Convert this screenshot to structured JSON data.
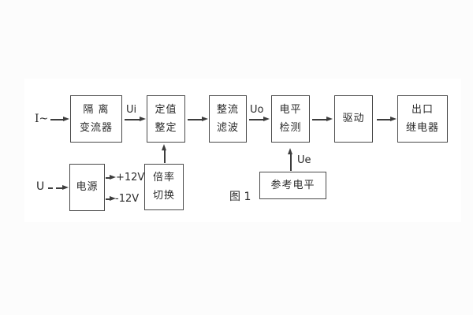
{
  "figure": {
    "type": "block-diagram",
    "caption": "图 1",
    "colors": {
      "page_background": "#fcfcfc",
      "canvas_background": "#ffffff",
      "line": "#3d3d3d",
      "text": "#2b2b2b"
    },
    "inputs": {
      "current_input": "I~",
      "voltage_input": "U"
    },
    "signals": {
      "ui": "Ui",
      "uo": "Uo",
      "ue": "Ue",
      "rail_positive": "+12V",
      "rail_negative": "-12V"
    },
    "blocks": [
      {
        "id": "isolation-transformer",
        "lines": [
          "隔 离",
          "变流器"
        ]
      },
      {
        "id": "setting-adjust",
        "lines": [
          "定值",
          "整定"
        ]
      },
      {
        "id": "rectifier-filter",
        "lines": [
          "整流",
          "滤波"
        ]
      },
      {
        "id": "level-detect",
        "lines": [
          "电平",
          "检测"
        ]
      },
      {
        "id": "drive",
        "lines": [
          "驱动"
        ]
      },
      {
        "id": "output-relay",
        "lines": [
          "出口",
          "继电器"
        ]
      },
      {
        "id": "power-supply",
        "lines": [
          "电源"
        ]
      },
      {
        "id": "ratio-switch",
        "lines": [
          "倍率",
          "切换"
        ]
      },
      {
        "id": "reference-level",
        "lines": [
          "参考电平"
        ]
      }
    ]
  }
}
